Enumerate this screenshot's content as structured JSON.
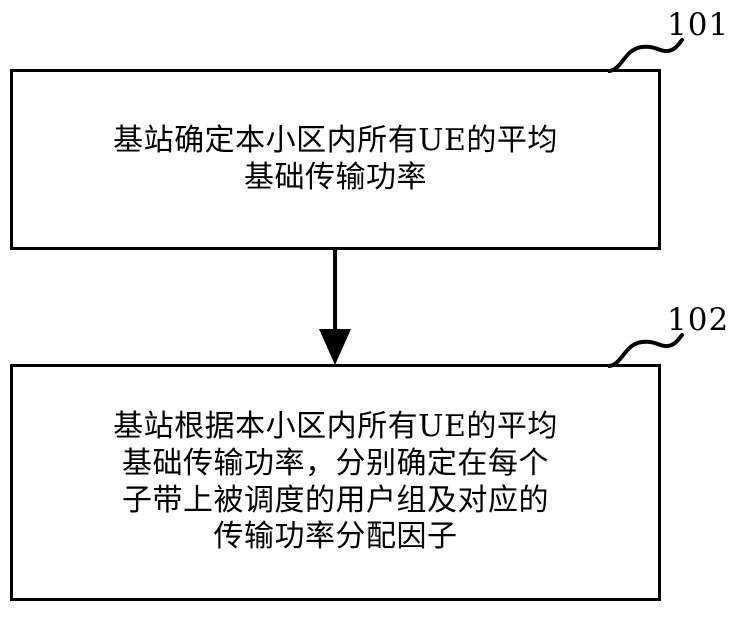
{
  "diagram": {
    "type": "flowchart",
    "title": "",
    "orientation": "vertical",
    "background_color": "#ffffff",
    "line_color": "#000000",
    "steps": [
      {
        "ref": "101",
        "ref_label": "101",
        "text": "基站确定本小区内所有UE的平均\n基础传输功率",
        "lines": [
          "基站确定本小区内所有UE的平均",
          "基础传输功率"
        ]
      },
      {
        "ref": "102",
        "ref_label": "102",
        "text": "基站根据本小区内所有UE的平均\n基础传输功率，分别确定在每个\n子带上被调度的用户组及对应的\n传输功率分配因子",
        "lines": [
          "基站根据本小区内所有UE的平均",
          "基础传输功率，分别确定在每个",
          "子带上被调度的用户组及对应的",
          "传输功率分配因子"
        ]
      }
    ],
    "connectors": [
      {
        "name": "arrow-101-to-102",
        "from": "101",
        "to": "102",
        "style": "solid-line-with-filled-triangle-arrowhead"
      }
    ]
  }
}
